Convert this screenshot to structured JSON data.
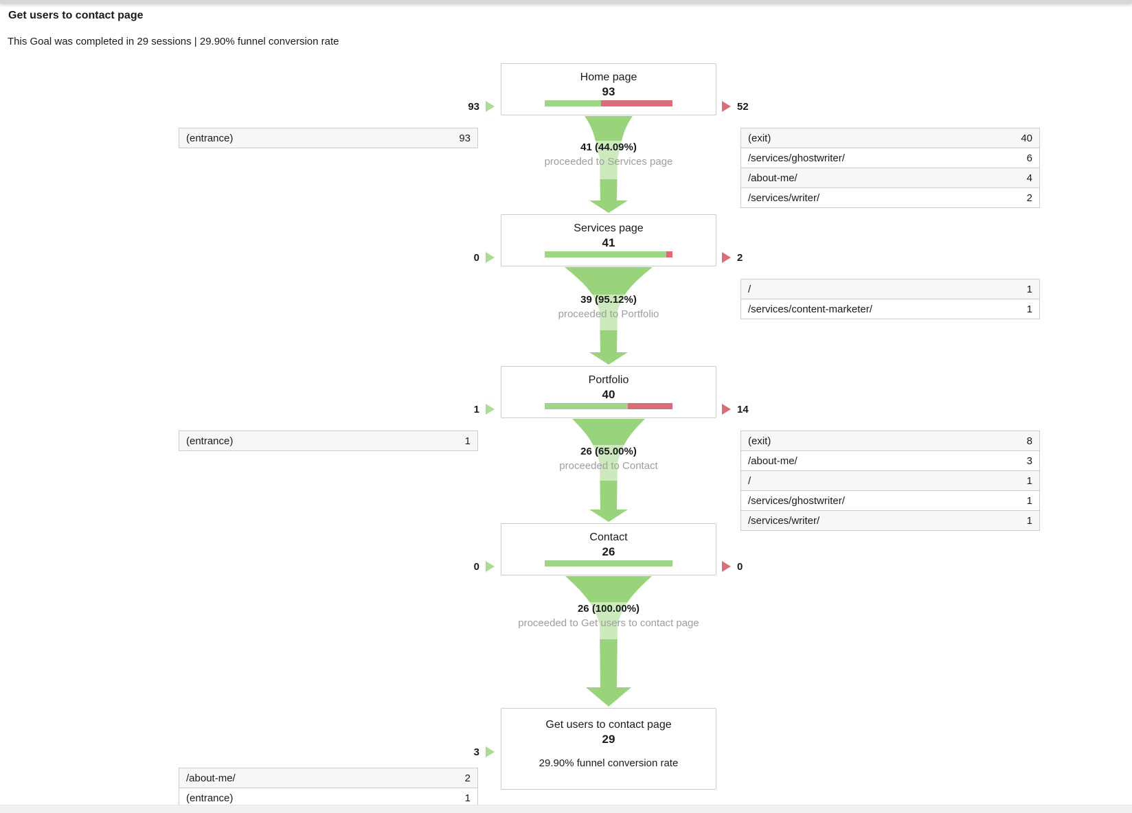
{
  "header": {
    "title": "Get users to contact page",
    "subtitle": "This Goal was completed in 29 sessions | 29.90% funnel conversion rate"
  },
  "colors": {
    "funnel_green": "#99d47c",
    "bar_green": "#9fd586",
    "bar_red": "#d96e7a",
    "in_arrow_green": "#a8dd92",
    "out_arrow_red": "#d96e7a",
    "muted_text": "#9e9e9e"
  },
  "steps": [
    {
      "name": "Home page",
      "count": "93",
      "green_pct": 44.09,
      "in_label": "93",
      "out_label": "52",
      "in_table": [
        {
          "page": "(entrance)",
          "value": "93"
        }
      ],
      "out_table": [
        {
          "page": "(exit)",
          "value": "40"
        },
        {
          "page": "/services/ghostwriter/",
          "value": "6"
        },
        {
          "page": "/about-me/",
          "value": "4"
        },
        {
          "page": "/services/writer/",
          "value": "2"
        }
      ],
      "proceed": {
        "value": "41 (44.09%)",
        "desc": "proceeded to Services page"
      }
    },
    {
      "name": "Services page",
      "count": "41",
      "green_pct": 95.12,
      "in_label": "0",
      "out_label": "2",
      "out_table": [
        {
          "page": "/",
          "value": "1"
        },
        {
          "page": "/services/content-marketer/",
          "value": "1"
        }
      ],
      "proceed": {
        "value": "39 (95.12%)",
        "desc": "proceeded to Portfolio"
      }
    },
    {
      "name": "Portfolio",
      "count": "40",
      "green_pct": 65,
      "in_label": "1",
      "out_label": "14",
      "in_table": [
        {
          "page": "(entrance)",
          "value": "1"
        }
      ],
      "out_table": [
        {
          "page": "(exit)",
          "value": "8"
        },
        {
          "page": "/about-me/",
          "value": "3"
        },
        {
          "page": "/",
          "value": "1"
        },
        {
          "page": "/services/ghostwriter/",
          "value": "1"
        },
        {
          "page": "/services/writer/",
          "value": "1"
        }
      ],
      "proceed": {
        "value": "26 (65.00%)",
        "desc": "proceeded to Contact"
      }
    },
    {
      "name": "Contact",
      "count": "26",
      "green_pct": 100,
      "in_label": "0",
      "out_label": "0",
      "proceed": {
        "value": "26 (100.00%)",
        "desc": "proceeded to Get users to contact page"
      }
    },
    {
      "name": "Get users to contact page",
      "count": "29",
      "note": "29.90% funnel conversion rate",
      "in_label": "3",
      "in_table": [
        {
          "page": "/about-me/",
          "value": "2"
        },
        {
          "page": "(entrance)",
          "value": "1"
        }
      ]
    }
  ],
  "chart_data": {
    "type": "funnel",
    "title": "Get users to contact page",
    "subtitle": "This Goal was completed in 29 sessions | 29.90% funnel conversion rate",
    "goal_sessions": 29,
    "funnel_conversion_rate_pct": 29.9,
    "steps": [
      {
        "label": "Home page",
        "sessions": 93,
        "in": 93,
        "out": 52,
        "proceeded": 41,
        "proceeded_pct": 44.09,
        "entrance_sources": [
          [
            "(entrance)",
            93
          ]
        ],
        "exit_destinations": [
          [
            "(exit)",
            40
          ],
          [
            "/services/ghostwriter/",
            6
          ],
          [
            "/about-me/",
            4
          ],
          [
            "/services/writer/",
            2
          ]
        ]
      },
      {
        "label": "Services page",
        "sessions": 41,
        "in": 0,
        "out": 2,
        "proceeded": 39,
        "proceeded_pct": 95.12,
        "entrance_sources": [],
        "exit_destinations": [
          [
            "/",
            1
          ],
          [
            "/services/content-marketer/",
            1
          ]
        ]
      },
      {
        "label": "Portfolio",
        "sessions": 40,
        "in": 1,
        "out": 14,
        "proceeded": 26,
        "proceeded_pct": 65.0,
        "entrance_sources": [
          [
            "(entrance)",
            1
          ]
        ],
        "exit_destinations": [
          [
            "(exit)",
            8
          ],
          [
            "/about-me/",
            3
          ],
          [
            "/",
            1
          ],
          [
            "/services/ghostwriter/",
            1
          ],
          [
            "/services/writer/",
            1
          ]
        ]
      },
      {
        "label": "Contact",
        "sessions": 26,
        "in": 0,
        "out": 0,
        "proceeded": 26,
        "proceeded_pct": 100.0,
        "entrance_sources": [],
        "exit_destinations": []
      },
      {
        "label": "Get users to contact page",
        "sessions": 29,
        "in": 3,
        "entrance_sources": [
          [
            "/about-me/",
            2
          ],
          [
            "(entrance)",
            1
          ]
        ],
        "exit_destinations": []
      }
    ],
    "legend_position": "none",
    "grid": false
  }
}
